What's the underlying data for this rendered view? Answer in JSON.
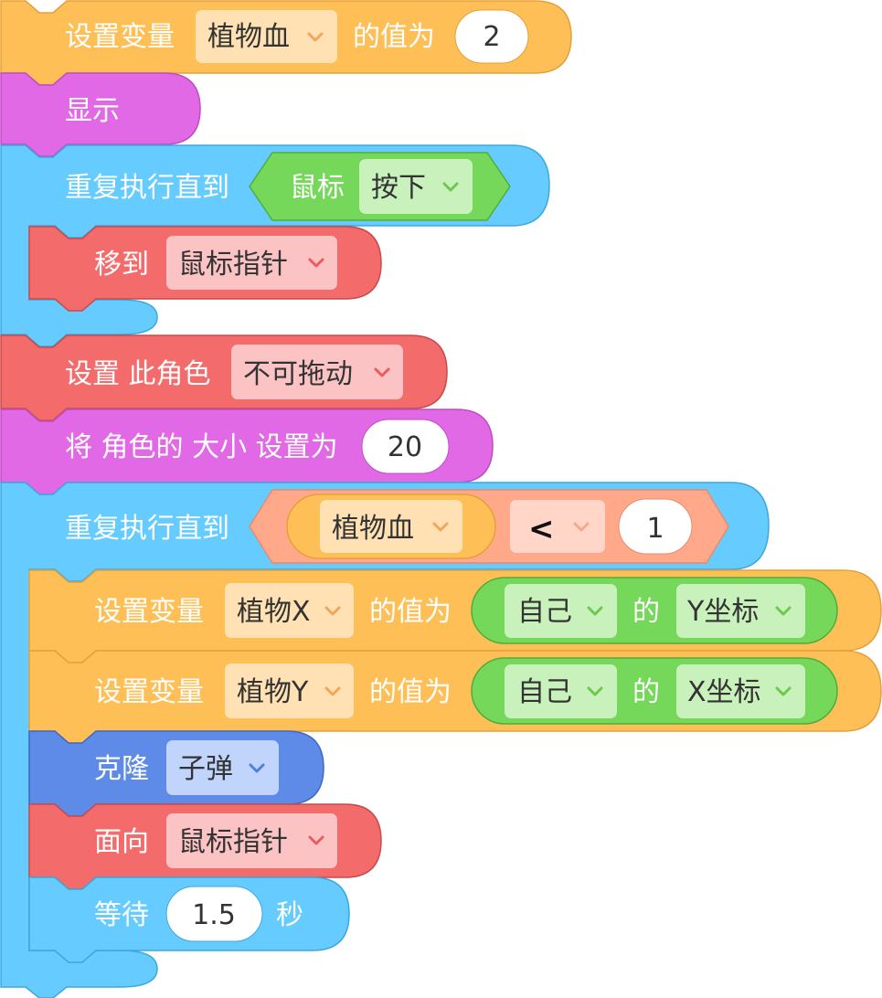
{
  "colors": {
    "variables": "#FFBF57",
    "variables_dark": "#E5A03C",
    "variables_field": "#FFE1B3",
    "looks": "#E169E6",
    "looks_dark": "#BF4CC4",
    "control": "#66CCFF",
    "control_dark": "#3AA8E0",
    "motion": "#F36B6B",
    "motion_dark": "#C94A4A",
    "motion_field": "#FBC3C3",
    "sensing": "#75D85B",
    "sensing_dark": "#4FAE3A",
    "sensing_field": "#C9F1BC",
    "operators": "#FFA98A",
    "clone": "#5E8BE8",
    "clone_field": "#C1D4FB"
  },
  "blocks": {
    "set_blood": {
      "label": "设置变量",
      "var": "植物血",
      "mid": "的值为",
      "value": "2"
    },
    "show": {
      "label": "显示"
    },
    "repeat_until_mouse": {
      "label": "重复执行直到",
      "cond_label": "鼠标",
      "cond_option": "按下"
    },
    "move_to": {
      "label": "移到",
      "target": "鼠标指针"
    },
    "set_draggable": {
      "label": "设置 此角色",
      "option": "不可拖动"
    },
    "set_size": {
      "label": "将 角色的 大小 设置为",
      "value": "20"
    },
    "repeat_until_blood": {
      "label": "重复执行直到",
      "var": "植物血",
      "op": "<",
      "value": "1"
    },
    "set_plant_x": {
      "label": "设置变量",
      "var": "植物X",
      "mid": "的值为",
      "obj": "自己",
      "of": "的",
      "prop": "Y坐标"
    },
    "set_plant_y": {
      "label": "设置变量",
      "var": "植物Y",
      "mid": "的值为",
      "obj": "自己",
      "of": "的",
      "prop": "X坐标"
    },
    "clone": {
      "label": "克隆",
      "target": "子弹"
    },
    "face": {
      "label": "面向",
      "target": "鼠标指针"
    },
    "wait": {
      "label": "等待",
      "value": "1.5",
      "unit": "秒"
    }
  }
}
